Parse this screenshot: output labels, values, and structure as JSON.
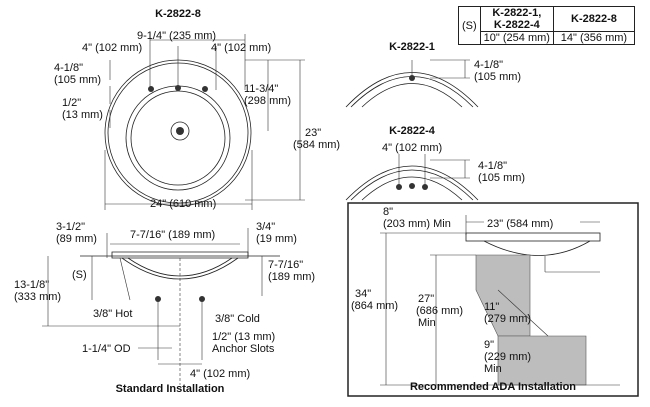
{
  "top_view": {
    "title": "K-2822-8",
    "dim_width_total": "9-1/4\" (235 mm)",
    "dim_left": "4\" (102 mm)",
    "dim_right": "4\" (102 mm)",
    "dim_top_left_a": "4-1/8\"",
    "dim_top_left_b": "(105 mm)",
    "dim_half_a": "1/2\"",
    "dim_half_b": "(13 mm)",
    "dim_depth_a": "11-3/4\"",
    "dim_depth_b": "(298 mm)",
    "dim_height_a": "23\"",
    "dim_height_b": "(584 mm)",
    "dim_bottom": "24\" (610 mm)"
  },
  "spec_table": {
    "s_label": "(S)",
    "col1_header_a": "K-2822-1,",
    "col1_header_b": "K-2822-4",
    "col2_header": "K-2822-8",
    "col1_value": "10\" (254 mm)",
    "col2_value": "14\" (356 mm)"
  },
  "variant1": {
    "title": "K-2822-1",
    "dim_a": "4-1/8\"",
    "dim_b": "(105 mm)"
  },
  "variant4": {
    "title": "K-2822-4",
    "dim_top": "4\" (102 mm)",
    "dim_a": "4-1/8\"",
    "dim_b": "(105 mm)"
  },
  "side_view": {
    "caption": "Standard Installation",
    "dim_rim_a": "3-1/2\"",
    "dim_rim_b": "(89 mm)",
    "dim_span": "7-7/16\" (189 mm)",
    "dim_lip_a": "3/4\"",
    "dim_lip_b": "(19 mm)",
    "s_label": "(S)",
    "dim_right_a": "7-7/16\"",
    "dim_right_b": "(189 mm)",
    "dim_height_a": "13-1/8\"",
    "dim_height_b": "(333 mm)",
    "hot": "3/8\" Hot",
    "cold": "3/8\" Cold",
    "slot_a": "1/2\" (13 mm)",
    "slot_b": "Anchor Slots",
    "od": "1-1/4\" OD",
    "dim_bottom": "4\" (102 mm)"
  },
  "ada": {
    "caption": "Recommended ADA Installation",
    "dim_min_a": "8\"",
    "dim_min_b": "(203 mm) Min",
    "dim_width": "23\" (584 mm)",
    "dim_total_a": "34\"",
    "dim_total_b": "(864 mm)",
    "dim_knee_a": "27\"",
    "dim_knee_b": "(686 mm)",
    "dim_knee_c": "Min",
    "dim_depth_a": "11\"",
    "dim_depth_b": "(279 mm)",
    "dim_toe_a": "9\"",
    "dim_toe_b": "(229 mm)",
    "dim_toe_c": "Min"
  }
}
